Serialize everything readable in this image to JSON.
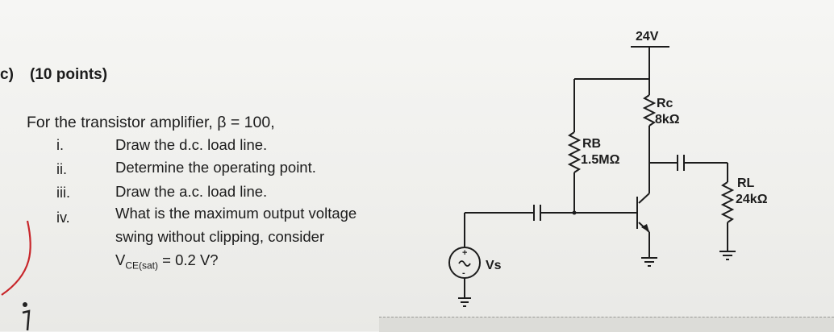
{
  "question": {
    "label": "c)",
    "points": "(10 points)",
    "intro": "For the transistor amplifier, β = 100,",
    "items": [
      {
        "num": "i.",
        "lines": [
          "Draw the d.c. load line."
        ]
      },
      {
        "num": "ii.",
        "lines": [
          "Determine the operating point."
        ]
      },
      {
        "num": "iii.",
        "lines": [
          "Draw the a.c. load line."
        ]
      },
      {
        "num": "iv.",
        "lines": [
          "What is the maximum output voltage",
          "swing without clipping, consider"
        ],
        "last_prefix": "V",
        "last_sub": "CE(sat)",
        "last_suffix": " = 0.2 V?"
      }
    ]
  },
  "circuit": {
    "supply": "24V",
    "rc_name": "Rc",
    "rc_value": "8kΩ",
    "rb_name": "RB",
    "rb_value": "1.5MΩ",
    "rl_name": "RL",
    "rl_value": "24kΩ",
    "source": "Vs"
  }
}
